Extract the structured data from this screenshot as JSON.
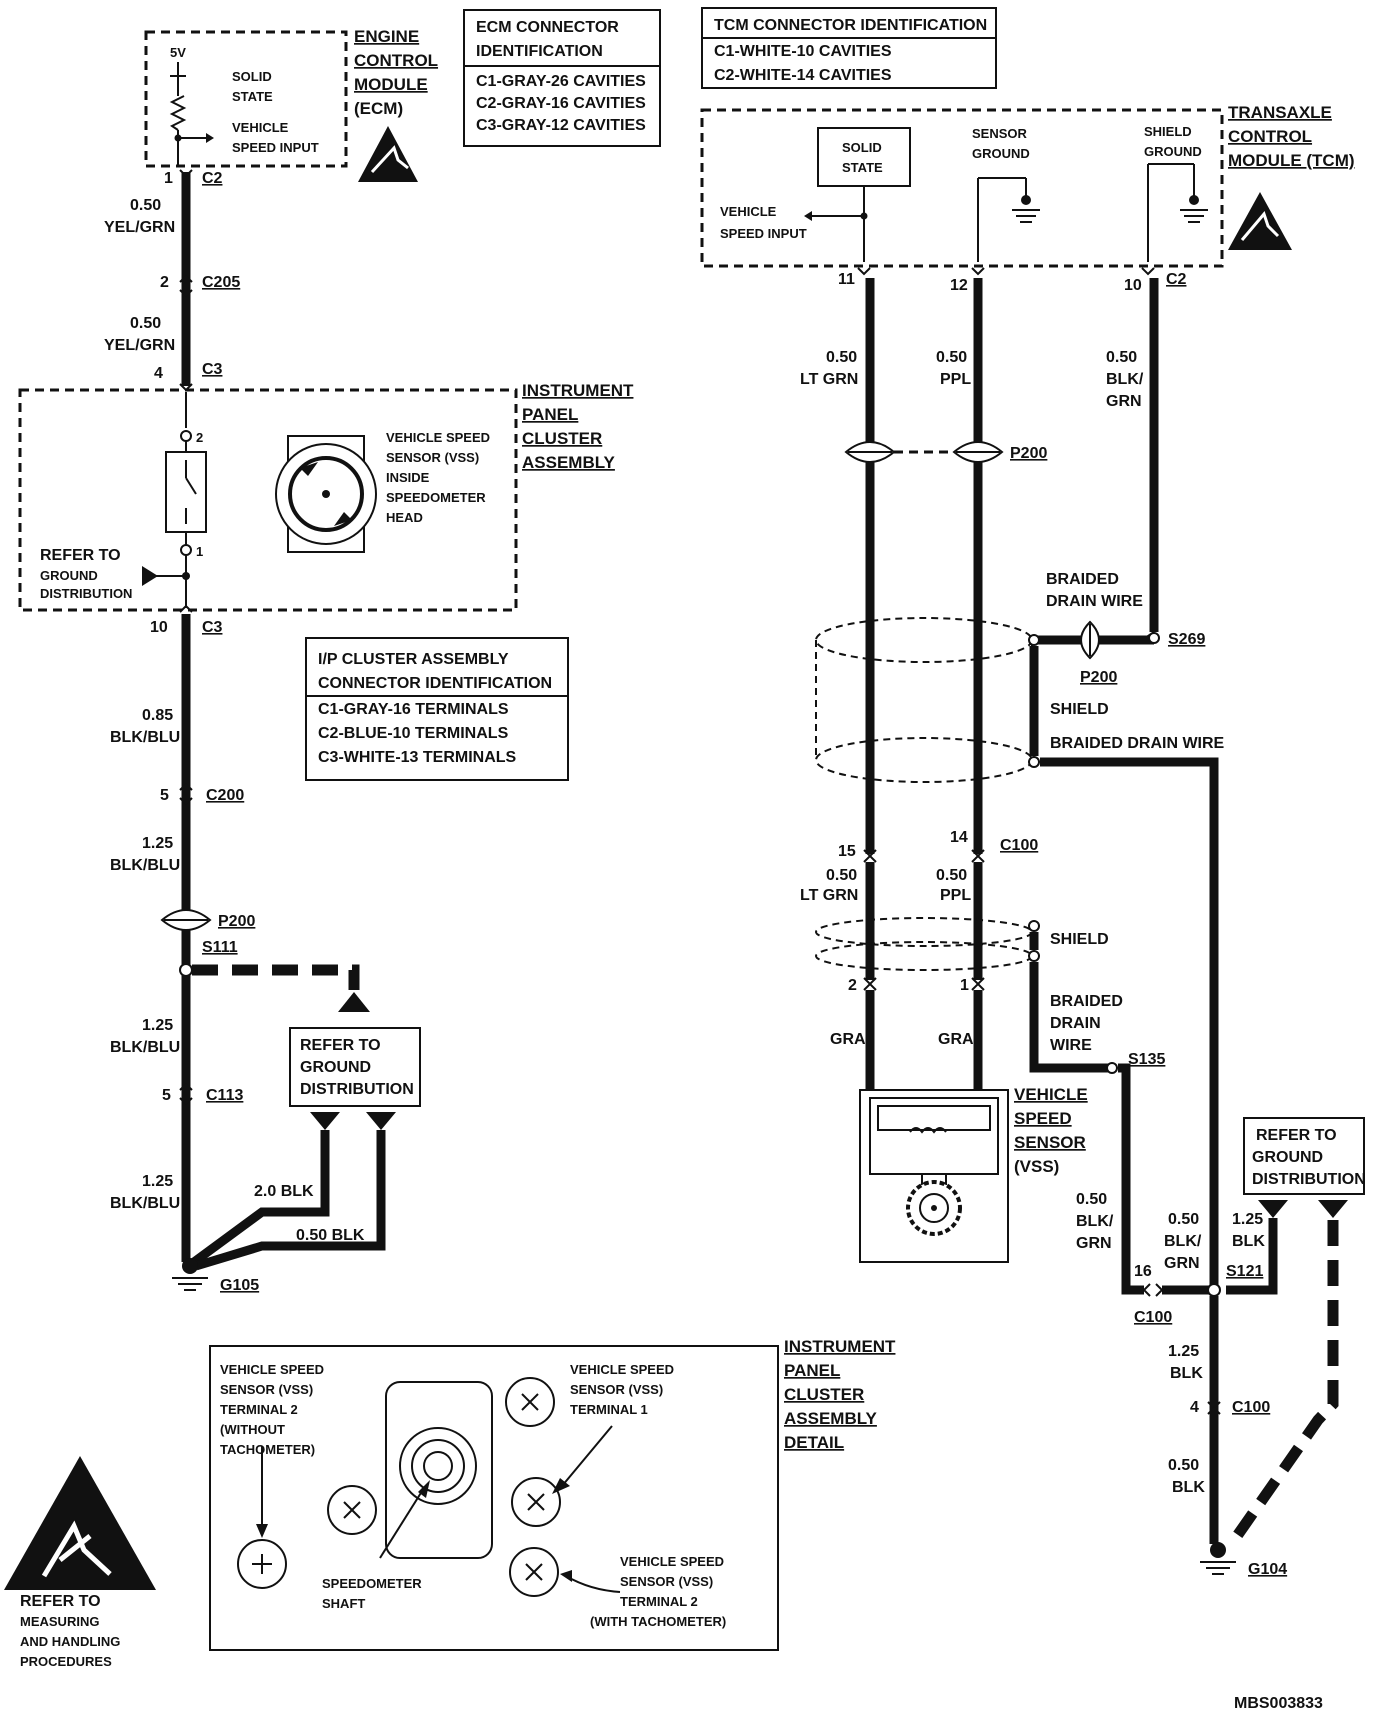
{
  "ecm": {
    "title": [
      "ENGINE",
      "CONTROL",
      "MODULE",
      "(ECM)"
    ],
    "v5": "5V",
    "solid_state": [
      "SOLID",
      "STATE"
    ],
    "vsi": [
      "VEHICLE",
      "SPEED INPUT"
    ],
    "pin": "1",
    "conn": "C2"
  },
  "ecm_conn_table": {
    "header": [
      "ECM CONNECTOR",
      "IDENTIFICATION"
    ],
    "rows": [
      "C1-GRAY-26 CAVITIES",
      "C2-GRAY-16 CAVITIES",
      "C3-GRAY-12 CAVITIES"
    ]
  },
  "tcm_conn_table": {
    "header": "TCM CONNECTOR IDENTIFICATION",
    "rows": [
      "C1-WHITE-10 CAVITIES",
      "C2-WHITE-14 CAVITIES"
    ]
  },
  "tcm": {
    "title": [
      "TRANSAXLE",
      "CONTROL",
      "MODULE (TCM)"
    ],
    "solid_state": [
      "SOLID",
      "STATE"
    ],
    "sensor_ground": [
      "SENSOR",
      "GROUND"
    ],
    "shield_ground": [
      "SHIELD",
      "GROUND"
    ],
    "vsi": [
      "VEHICLE",
      "SPEED INPUT"
    ],
    "pins": [
      "11",
      "12",
      "10"
    ],
    "conn": "C2"
  },
  "left": {
    "w1": [
      "0.50",
      "YEL/GRN"
    ],
    "c205_pin": "2",
    "c205": "C205",
    "w2": [
      "0.50",
      "YEL/GRN"
    ],
    "c3_pin_top": "4",
    "c3_top": "C3",
    "ipc_title": [
      "INSTRUMENT",
      "PANEL",
      "CLUSTER",
      "ASSEMBLY"
    ],
    "sw_pin2": "2",
    "sw_pin1": "1",
    "vss_label": [
      "VEHICLE SPEED",
      "SENSOR (VSS)",
      "INSIDE",
      "SPEEDOMETER",
      "HEAD"
    ],
    "refer_gd": [
      "REFER TO",
      "GROUND",
      "DISTRIBUTION"
    ],
    "c3_pin_bot": "10",
    "c3_bot": "C3",
    "w3": [
      "0.85",
      "BLK/BLU"
    ],
    "c200_pin": "5",
    "c200": "C200",
    "w4": [
      "1.25",
      "BLK/BLU"
    ],
    "p200": "P200",
    "s111": "S111",
    "w5": [
      "1.25",
      "BLK/BLU"
    ],
    "c113_pin": "5",
    "c113": "C113",
    "w6": [
      "1.25",
      "BLK/BLU"
    ],
    "refer_box": [
      "REFER TO",
      "GROUND",
      "DISTRIBUTION"
    ],
    "w_2blk": "2.0 BLK",
    "w_050blk": "0.50 BLK",
    "g105": "G105"
  },
  "ip_conn_table": {
    "header": [
      "I/P CLUSTER ASSEMBLY",
      "CONNECTOR IDENTIFICATION"
    ],
    "rows": [
      "C1-GRAY-16 TERMINALS",
      "C2-BLUE-10 TERMINALS",
      "C3-WHITE-13 TERMINALS"
    ]
  },
  "right": {
    "w_ltgrn": [
      "0.50",
      "LT GRN"
    ],
    "w_ppl": [
      "0.50",
      "PPL"
    ],
    "w_blkgrn": [
      "0.50",
      "BLK/",
      "GRN"
    ],
    "p200a": "P200",
    "braided_top": [
      "BRAIDED",
      "DRAIN WIRE"
    ],
    "s269": "S269",
    "p200b": "P200",
    "shield1": "SHIELD",
    "braided_mid": "BRAIDED DRAIN WIRE",
    "pin15": "15",
    "pin14": "14",
    "c100a": "C100",
    "w_ltgrn2": [
      "0.50",
      "LT GRN"
    ],
    "w_ppl2": [
      "0.50",
      "PPL"
    ],
    "shield2": "SHIELD",
    "pin2": "2",
    "pin1": "1",
    "gra_a": "GRA",
    "gra_b": "GRA",
    "braided_low": [
      "BRAIDED",
      "DRAIN",
      "WIRE"
    ],
    "s135": "S135",
    "vss": [
      "VEHICLE",
      "SPEED",
      "SENSOR",
      "(VSS)"
    ],
    "refer_box": [
      "REFER TO",
      "GROUND",
      "DISTRIBUTION"
    ],
    "w_blkgrn2": [
      "0.50",
      "BLK/",
      "GRN"
    ],
    "w_blkgrn3": [
      "0.50",
      "BLK/",
      "GRN"
    ],
    "w_125blk": [
      "1.25",
      "BLK"
    ],
    "pin16": "16",
    "c100b": "C100",
    "s121": "S121",
    "w_125blk2": [
      "1.25",
      "BLK"
    ],
    "pin4": "4",
    "c100c": "C100",
    "w_050blk": [
      "0.50",
      "BLK"
    ],
    "g104": "G104"
  },
  "detail": {
    "title": [
      "INSTRUMENT",
      "PANEL",
      "CLUSTER",
      "ASSEMBLY",
      "DETAIL"
    ],
    "term2_wo": [
      "VEHICLE SPEED",
      "SENSOR (VSS)",
      "TERMINAL 2",
      "(WITHOUT",
      "TACHOMETER)"
    ],
    "term1": [
      "VEHICLE SPEED",
      "SENSOR (VSS)",
      "TERMINAL 1"
    ],
    "term2_w": [
      "VEHICLE SPEED",
      "SENSOR (VSS)",
      "TERMINAL 2",
      "(WITH TACHOMETER)"
    ],
    "shaft": [
      "SPEEDOMETER",
      "SHAFT"
    ]
  },
  "esd_note": [
    "REFER TO",
    "MEASURING",
    "AND HANDLING",
    "PROCEDURES"
  ],
  "figure_id": "MBS003833"
}
